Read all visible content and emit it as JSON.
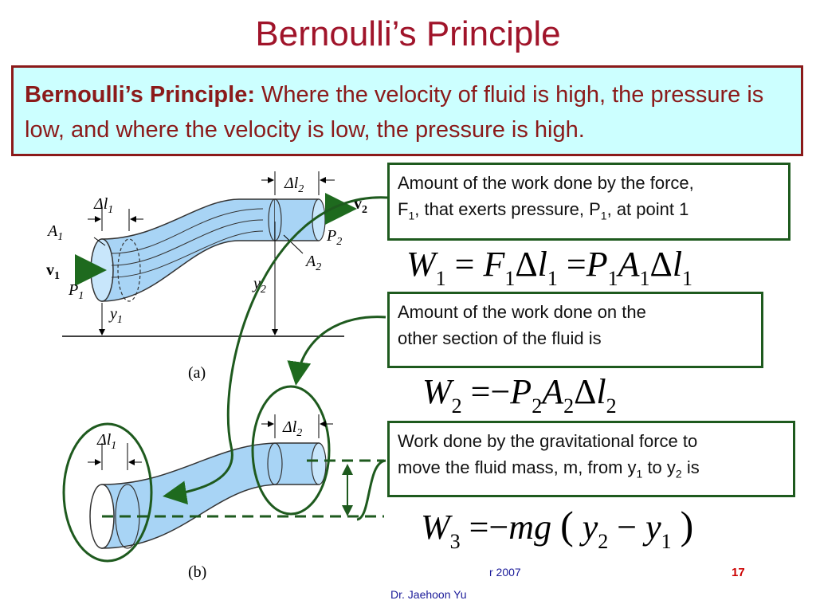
{
  "title": "Bernoulli’s Principle",
  "definition": {
    "term": "Bernoulli’s Principle:",
    "text": " Where the velocity of fluid is high, the pressure is low, and where the velocity is low, the pressure is high."
  },
  "callouts": {
    "work1": {
      "line1": "Amount of the work done by the force,",
      "f": "F",
      "f_sub": "1",
      "mid": ", that exerts pressure, P",
      "p_sub": "1",
      "end": ", at point 1"
    },
    "work2": {
      "line1": "Amount of the work done on the",
      "line2": "other section of the fluid is"
    },
    "work3": {
      "line1": "Work done by the gravitational force to",
      "line2a": "move the fluid mass, m, from y",
      "y1": "1",
      "to": " to y",
      "y2": "2",
      "end": " is"
    }
  },
  "figure": {
    "caption_a": "(a)",
    "caption_b": "(b)",
    "labels": {
      "dl1": "Δl",
      "dl1_sub": "1",
      "dl2": "Δl",
      "dl2_sub": "2",
      "A1": "A",
      "A1_sub": "1",
      "A2": "A",
      "A2_sub": "2",
      "v1": "v",
      "v1_sub": "1",
      "v2": "v",
      "v2_sub": "2",
      "P1": "P",
      "P1_sub": "1",
      "P2": "P",
      "P2_sub": "2",
      "y1": "y",
      "y1_sub": "1",
      "y2": "y",
      "y2_sub": "2"
    }
  },
  "footer": {
    "date": "r 2007",
    "author": "Dr. Jaehoon Yu",
    "page": "17"
  },
  "colors": {
    "title": "#a0142a",
    "box_border": "#8b1a1a",
    "box_fill": "#ccffff",
    "callout_border": "#1e5a1e",
    "pipe": "#a8d4f5"
  }
}
